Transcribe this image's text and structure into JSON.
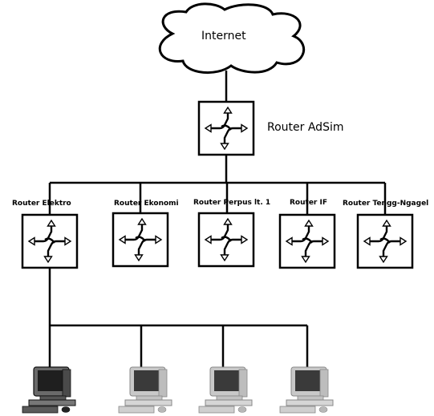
{
  "internet": {
    "label": "Internet"
  },
  "core_router": {
    "label": "Router AdSim"
  },
  "routers": [
    {
      "label": "Router Elektro"
    },
    {
      "label": "Router Ekonomi"
    },
    {
      "label": "Router Perpus lt. 1"
    },
    {
      "label": "Router IF"
    },
    {
      "label": "Router Tengg-Ngagel"
    }
  ],
  "computers": [
    {
      "icon": "desktop-computer-icon",
      "style": "dark"
    },
    {
      "icon": "desktop-computer-icon",
      "style": "grey"
    },
    {
      "icon": "desktop-computer-icon",
      "style": "grey"
    },
    {
      "icon": "desktop-computer-icon",
      "style": "grey"
    }
  ],
  "colors": {
    "line": "#000000",
    "dark_computer": "#333333",
    "grey_computer": "#a8a8a8"
  }
}
